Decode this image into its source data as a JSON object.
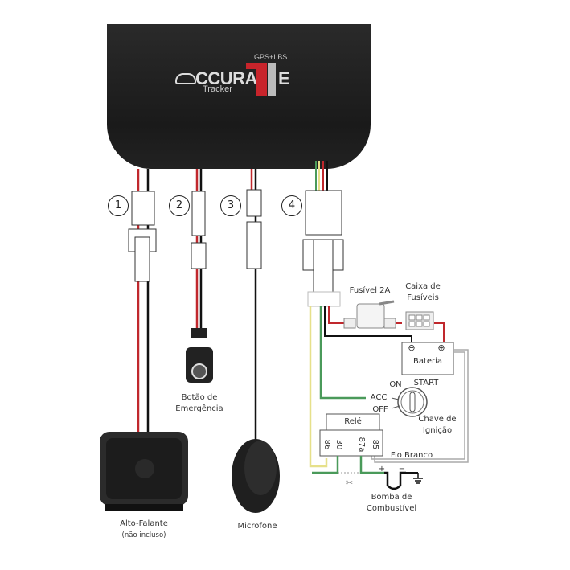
{
  "device": {
    "brand": "CCURA",
    "brand_suffix": "E",
    "brand_t": "T",
    "subtitle": "Tracker",
    "tagline": "GPS+LBS"
  },
  "connectors": [
    {
      "number": "1"
    },
    {
      "number": "2"
    },
    {
      "number": "3"
    },
    {
      "number": "4"
    }
  ],
  "components": {
    "emergency_button": {
      "line1": "Botão de",
      "line2": "Emergência"
    },
    "speaker": {
      "line1": "Alto-Falante",
      "line2": "(não incluso)"
    },
    "microphone": {
      "label": "Microfone"
    },
    "fuse": {
      "label": "Fusível 2A"
    },
    "fuse_box": {
      "line1": "Caixa de",
      "line2": "Fusíveis"
    },
    "battery": {
      "label": "Bateria",
      "neg": "⊖",
      "pos": "⊕"
    },
    "ignition": {
      "on": "ON",
      "start": "START",
      "acc": "ACC",
      "off": "OFF",
      "line1": "Chave de",
      "line2": "Ignição"
    },
    "relay": {
      "label": "Relé",
      "pins": [
        "86",
        "30",
        "87a",
        "85"
      ]
    },
    "white_wire": {
      "label": "Fio Branco"
    },
    "fuel_pump": {
      "line1": "Bomba de",
      "line2": "Combustível",
      "plus": "+",
      "minus": "−"
    }
  },
  "colors": {
    "red_wire": "#c0282d",
    "black_wire": "#111111",
    "green_wire": "#4a9a5a",
    "yellow_wire": "#e6e08a",
    "white_wire": "#b0b0b0",
    "device_body": "#1e1e1e",
    "brand_red": "#c8242b"
  }
}
